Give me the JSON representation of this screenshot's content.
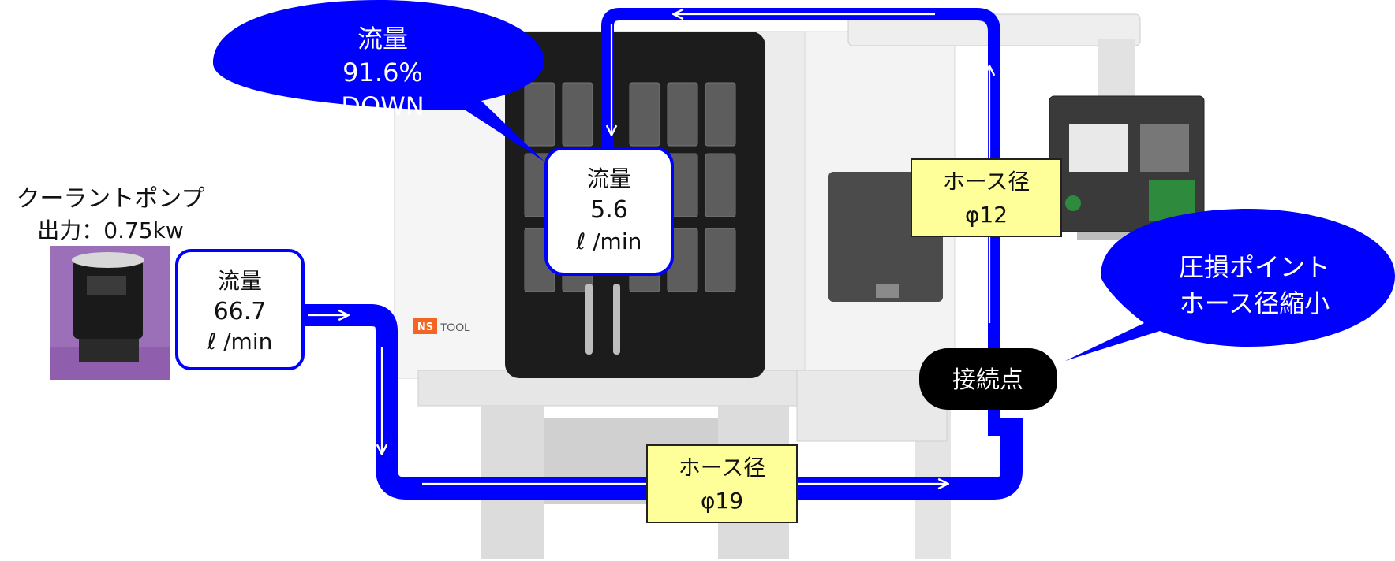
{
  "pump": {
    "name": "クーラントポンプ",
    "output": "出力：0.75kw"
  },
  "flow_inlet": {
    "label": "流量",
    "value": "66.7",
    "unit": "ℓ /min"
  },
  "flow_outlet": {
    "label": "流量",
    "value": "5.6",
    "unit": "ℓ /min"
  },
  "callout_drop": {
    "line1": "流量",
    "line2": "91.6%",
    "line3": "DOWN"
  },
  "callout_loss": {
    "line1": "圧損ポイント",
    "line2": "ホース径縮小"
  },
  "hose_small": {
    "line1": "ホース径",
    "line2": "φ12"
  },
  "hose_large": {
    "line1": "ホース径",
    "line2": "φ19"
  },
  "junction": {
    "label": "接続点"
  },
  "machine": {
    "brand_ns": "NS",
    "brand_tool": "TOOL"
  },
  "colors": {
    "pipe": "#0000ff",
    "callout": "#0000ff",
    "label_box": "#ffff99",
    "junction": "#000000",
    "machine_door": "#1c1c1c",
    "pump_bg": "#9c70b8"
  }
}
